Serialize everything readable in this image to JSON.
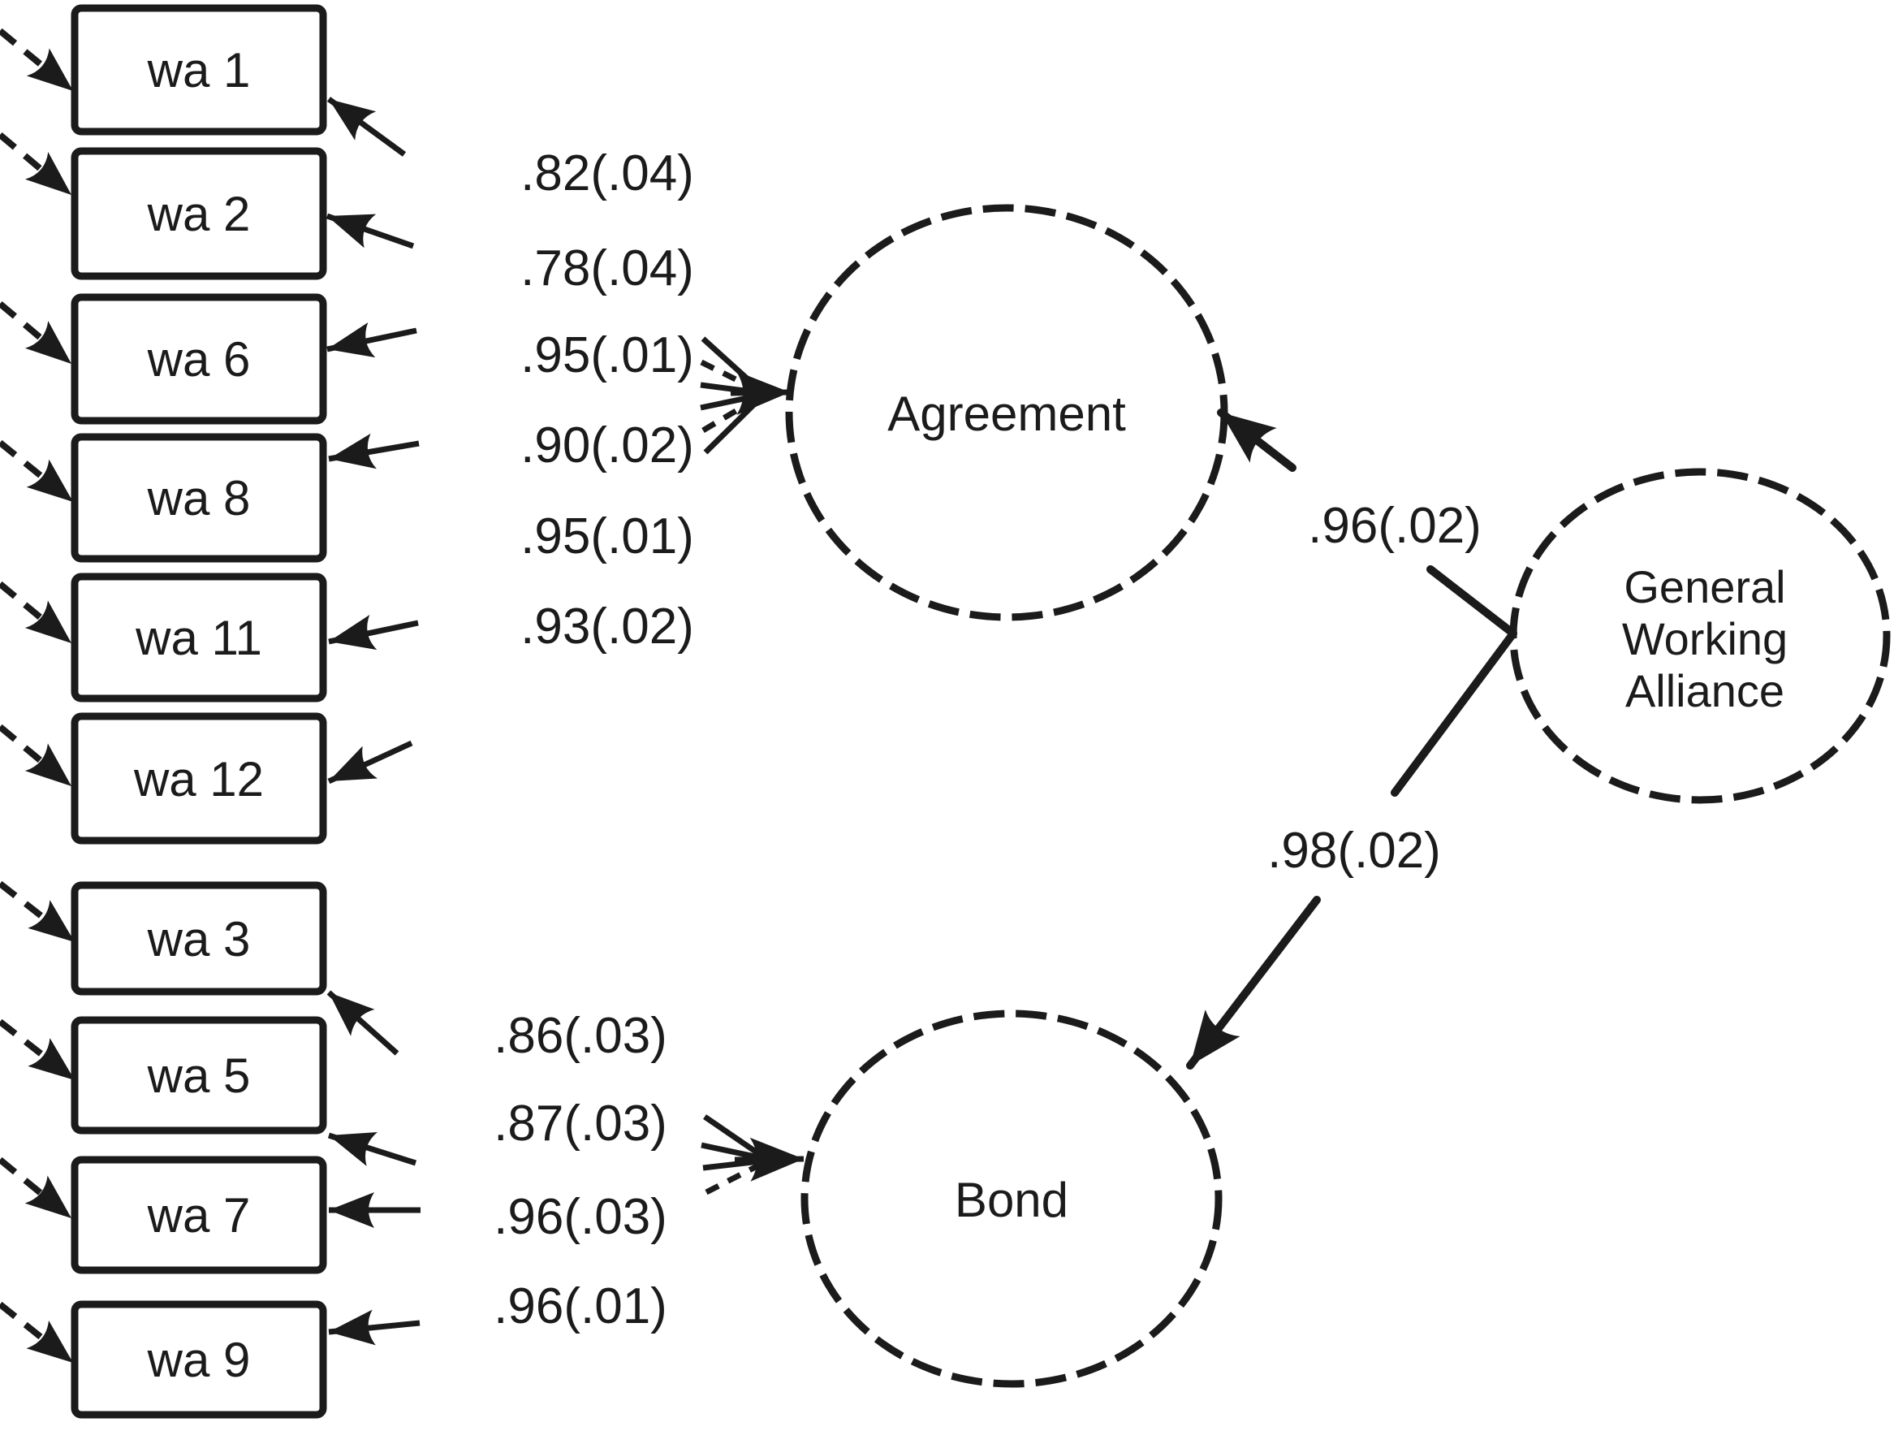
{
  "colors": {
    "ink": "#1b1b1b",
    "background": "#ffffff"
  },
  "diagram": {
    "type": "structural-equation-model-path-diagram",
    "factors": [
      {
        "id": "agreement",
        "label": "Agreement"
      },
      {
        "id": "bond",
        "label": "Bond"
      },
      {
        "id": "gwa",
        "label": "General Working Alliance",
        "lines": [
          "General",
          "Working",
          "Alliance"
        ]
      }
    ],
    "indicators": [
      {
        "label": "wa 1",
        "factor": "Agreement",
        "loading": ".82(.04)"
      },
      {
        "label": "wa 2",
        "factor": "Agreement",
        "loading": ".78(.04)"
      },
      {
        "label": "wa 6",
        "factor": "Agreement",
        "loading": ".95(.01)"
      },
      {
        "label": "wa 8",
        "factor": "Agreement",
        "loading": ".90(.02)"
      },
      {
        "label": "wa 11",
        "factor": "Agreement",
        "loading": ".95(.01)"
      },
      {
        "label": "wa 12",
        "factor": "Agreement",
        "loading": ".93(.02)"
      },
      {
        "label": "wa 3",
        "factor": "Bond",
        "loading": ".86(.03)"
      },
      {
        "label": "wa 5",
        "factor": "Bond",
        "loading": ".87(.03)"
      },
      {
        "label": "wa 7",
        "factor": "Bond",
        "loading": ".96(.03)"
      },
      {
        "label": "wa 9",
        "factor": "Bond",
        "loading": ".96(.01)"
      }
    ],
    "paths": [
      {
        "from": "General Working Alliance",
        "to": "Agreement",
        "value": ".96(.02)"
      },
      {
        "from": "General Working Alliance",
        "to": "Bond",
        "value": ".98(.02)"
      }
    ]
  }
}
